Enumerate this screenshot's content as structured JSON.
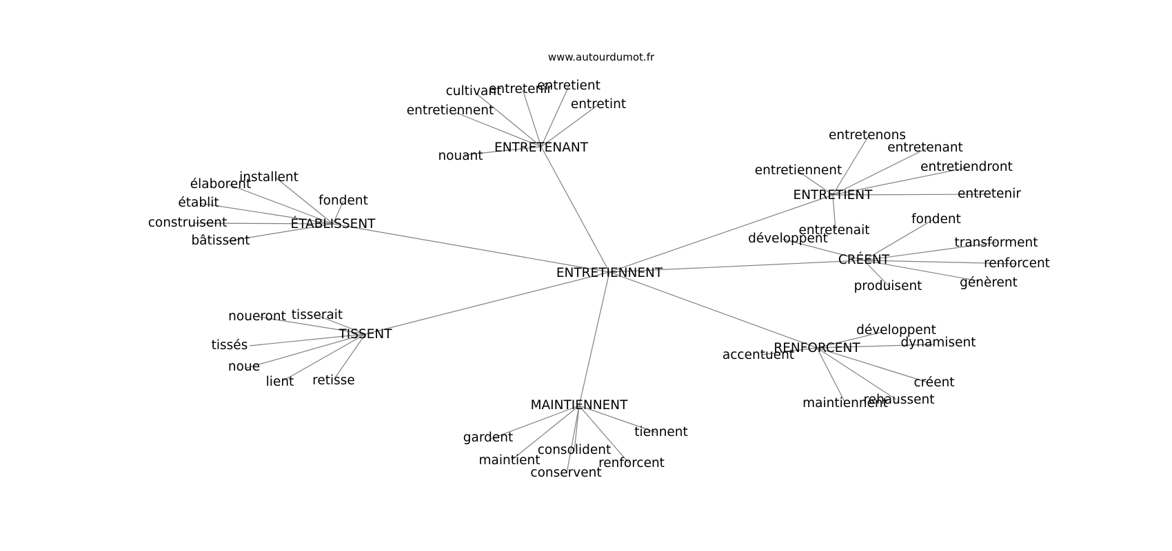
{
  "watermark": "www.autourdumot.fr",
  "graph": {
    "center": "ENTRETIENNENT",
    "clusters": [
      {
        "id": "c1",
        "label": "ENTRETENANT",
        "leaves": [
          "nouant",
          "entretiennent",
          "cultivant",
          "entretenir",
          "entretient",
          "entretint"
        ]
      },
      {
        "id": "c2",
        "label": "ENTRETIENT",
        "leaves": [
          "entretenons",
          "entretenant",
          "entretiendront",
          "entretenir",
          "entretenait",
          "entretiennent"
        ]
      },
      {
        "id": "c3",
        "label": "CRÉENT",
        "leaves": [
          "développent",
          "fondent",
          "transforment",
          "renforcent",
          "génèrent",
          "produisent"
        ]
      },
      {
        "id": "c4",
        "label": "RENFORCENT",
        "leaves": [
          "développent",
          "dynamisent",
          "accentuent",
          "créent",
          "rehaussent",
          "maintiennent"
        ]
      },
      {
        "id": "c5",
        "label": "MAINTIENNENT",
        "leaves": [
          "tiennent",
          "gardent",
          "consolident",
          "maintient",
          "renforcent",
          "conservent"
        ]
      },
      {
        "id": "c6",
        "label": "TISSENT",
        "leaves": [
          "noueront",
          "tisserait",
          "tissés",
          "noue",
          "lient",
          "retisse"
        ]
      },
      {
        "id": "c7",
        "label": "ÉTABLISSENT",
        "leaves": [
          "installent",
          "élaborent",
          "fondent",
          "établit",
          "construisent",
          "bâtissent"
        ]
      }
    ]
  }
}
